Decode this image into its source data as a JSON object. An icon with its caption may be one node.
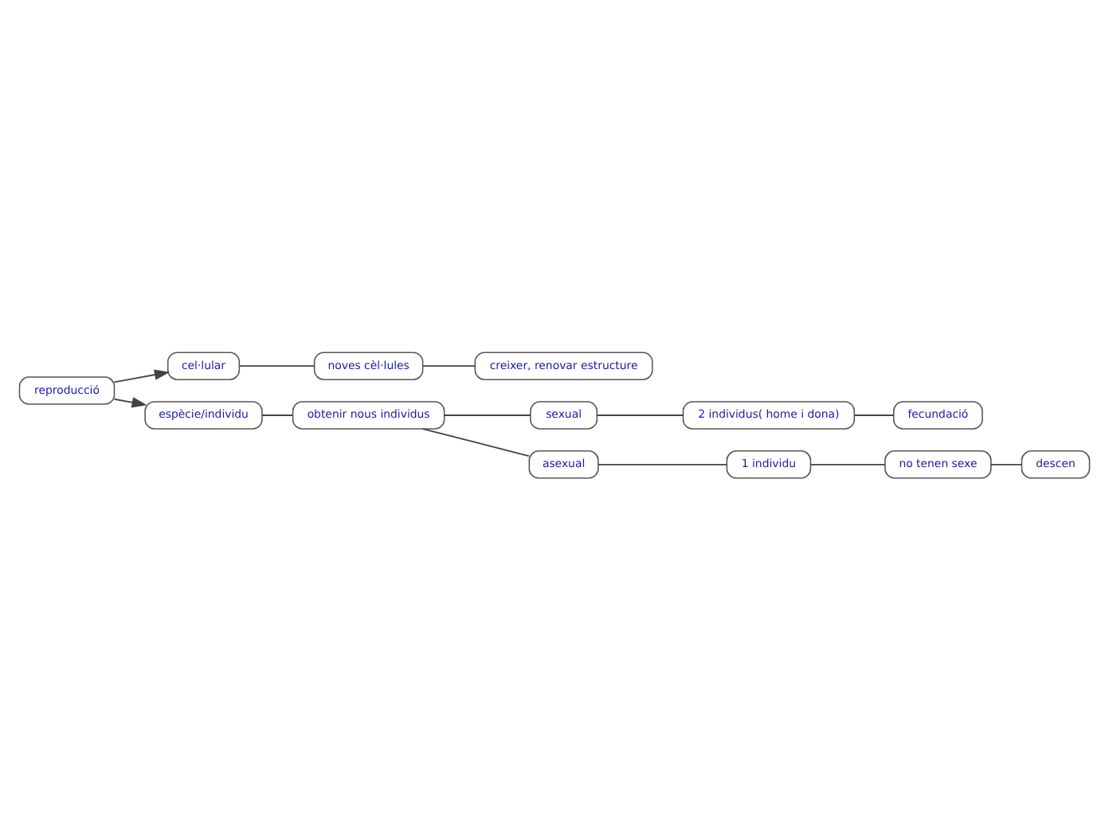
{
  "diagram": {
    "nodes": [
      {
        "text": [
          "reproducció"
        ]
      },
      {
        "text": [
          "cel·lular"
        ]
      },
      {
        "text": [
          "noves cèl·lules"
        ]
      },
      {
        "text": [
          "creixer, renovar estructure"
        ]
      },
      {
        "text": [
          "espècie/individu"
        ]
      },
      {
        "text": [
          "obtenir nous individus"
        ]
      },
      {
        "text": [
          "sexual"
        ]
      },
      {
        "text": [
          "2 individus( home i dona)"
        ]
      },
      {
        "text": [
          "fecundació"
        ]
      },
      {
        "text": [
          "asexual"
        ]
      },
      {
        "text": [
          "1 individu"
        ]
      },
      {
        "text": [
          "no tenen sexe"
        ]
      },
      {
        "text": [
          "descen"
        ]
      }
    ],
    "edges": [
      {
        "from": 0,
        "to": 1,
        "arrow": "to"
      },
      {
        "from": 1,
        "to": 2,
        "arrow": "none"
      },
      {
        "from": 2,
        "to": 3,
        "arrow": "none"
      },
      {
        "from": 0,
        "to": 4,
        "arrow": "to"
      },
      {
        "from": 4,
        "to": 5,
        "arrow": "none"
      },
      {
        "from": 5,
        "to": 6,
        "arrow": "none"
      },
      {
        "from": 5,
        "to": 9,
        "arrow": "none"
      },
      {
        "from": 6,
        "to": 7,
        "arrow": "none"
      },
      {
        "from": 7,
        "to": 8,
        "arrow": "none"
      },
      {
        "from": 9,
        "to": 10,
        "arrow": "none"
      },
      {
        "from": 10,
        "to": 11,
        "arrow": "none"
      },
      {
        "from": 11,
        "to": 12,
        "arrow": "none"
      }
    ]
  }
}
